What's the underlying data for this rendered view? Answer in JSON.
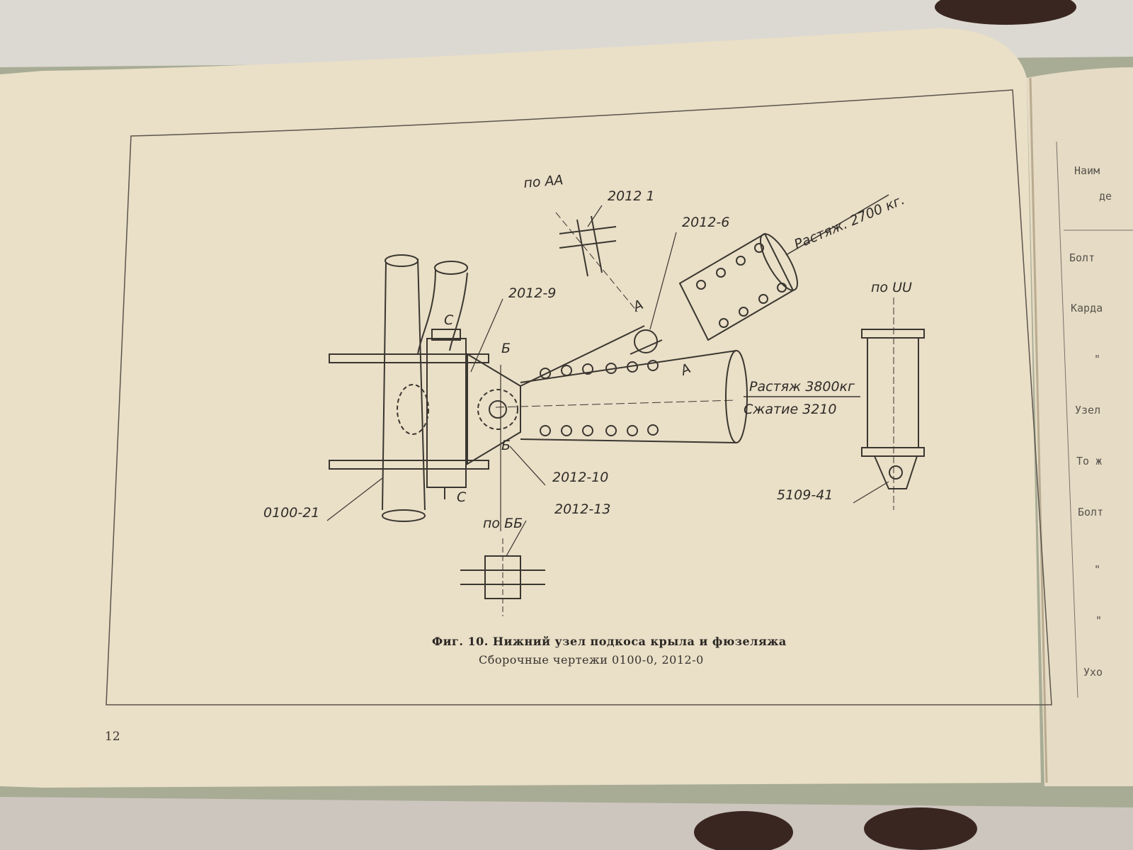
{
  "figure": {
    "caption": "Фиг. 10. Нижний узел подкоса крыла и фюзеляжа",
    "subcaption": "Сборочные чертежи 0100-0, 2012-0",
    "page_number": "12",
    "labels": {
      "section_aa": "по АА",
      "part_2012_1": "2012 1",
      "part_2012_6": "2012-6",
      "tension_2700": "Растяж. 2700 кг.",
      "part_2012_9": "2012-9",
      "mark_c_top": "С",
      "mark_c_bottom": "С",
      "mark_b_top": "Б",
      "mark_b_bottom": "Б",
      "mark_a_top": "А",
      "mark_a_bottom": "А",
      "section_uu": "по UU",
      "tension_3800": "Растяж 3800кг",
      "compression_3210": "Сжатие 3210",
      "part_2012_10": "2012-10",
      "part_0100_21": "0100-21",
      "part_2012_13": "2012-13",
      "section_bb": "по ББ",
      "part_5109_41": "5109-41"
    }
  },
  "facing_page": {
    "header_1": "Наим",
    "header_2": "де",
    "rows": [
      "Болт",
      "Карда",
      "\"",
      "Узел",
      "То ж",
      "Болт",
      "\"",
      "\"",
      "Ухо"
    ]
  }
}
